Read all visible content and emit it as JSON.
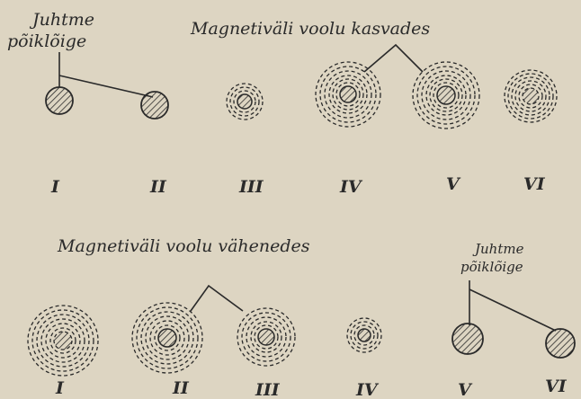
{
  "top_section": {
    "heading": "Magnetiväli voolu kasvades",
    "conductor_label_line1": "Juhtme",
    "conductor_label_line2": "põiklõige",
    "stage_labels": [
      "I",
      "II",
      "III",
      "IV",
      "V",
      "VI"
    ]
  },
  "bottom_section": {
    "heading": "Magnetiväli voolu vähenedes",
    "conductor_label_line1": "Juhtme",
    "conductor_label_line2": "põiklõige",
    "stage_labels": [
      "I",
      "II",
      "III",
      "IV",
      "V",
      "VI"
    ]
  },
  "colors": {
    "paper": "#ddd5c2",
    "ink": "#2a2a2a"
  }
}
